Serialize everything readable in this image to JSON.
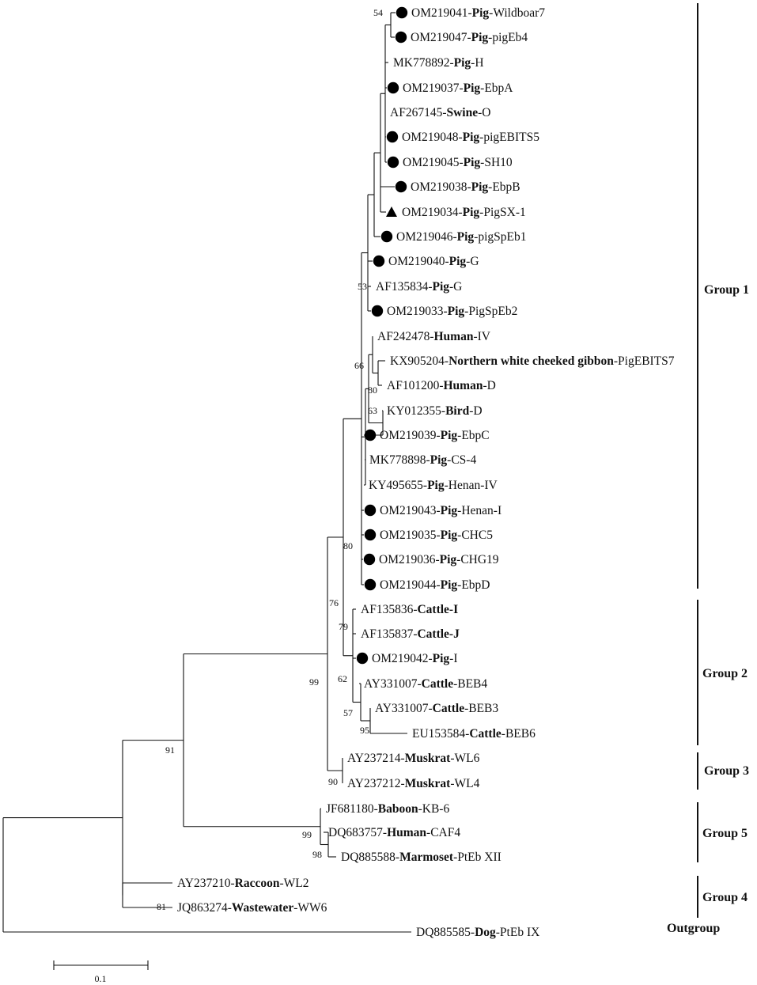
{
  "taxa": [
    {
      "acc": "OM219041-",
      "host": "Pig",
      "strain": "-Wildboar7",
      "marker": "circle"
    },
    {
      "acc": "OM219047-",
      "host": "Pig",
      "strain": "-pigEb4",
      "marker": "circle"
    },
    {
      "acc": "MK778892-",
      "host": "Pig",
      "strain": "-H",
      "marker": ""
    },
    {
      "acc": "OM219037-",
      "host": "Pig",
      "strain": "-EbpA",
      "marker": "circle"
    },
    {
      "acc": "AF267145-",
      "host": "Swine",
      "strain": "-O",
      "marker": ""
    },
    {
      "acc": "OM219048-",
      "host": "Pig",
      "strain": "-pigEBITS5",
      "marker": "circle"
    },
    {
      "acc": "OM219045-",
      "host": "Pig",
      "strain": "-SH10",
      "marker": "circle"
    },
    {
      "acc": "OM219038-",
      "host": "Pig",
      "strain": "-EbpB",
      "marker": "circle"
    },
    {
      "acc": "OM219034-",
      "host": "Pig",
      "strain": "-PigSX-1",
      "marker": "triangle"
    },
    {
      "acc": "OM219046-",
      "host": "Pig",
      "strain": "-pigSpEb1",
      "marker": "circle"
    },
    {
      "acc": "OM219040-",
      "host": "Pig",
      "strain": "-G",
      "marker": "circle"
    },
    {
      "acc": "AF135834-",
      "host": "Pig",
      "strain": "-G",
      "marker": ""
    },
    {
      "acc": "OM219033-",
      "host": "Pig",
      "strain": "-PigSpEb2",
      "marker": "circle"
    },
    {
      "acc": "AF242478-",
      "host": "Human",
      "strain": "-IV",
      "marker": ""
    },
    {
      "acc": "KX905204-",
      "host": "Northern white cheeked gibbon",
      "strain": "-PigEBITS7",
      "marker": ""
    },
    {
      "acc": "AF101200-",
      "host": "Human",
      "strain": "-D",
      "marker": ""
    },
    {
      "acc": "KY012355-",
      "host": "Bird",
      "strain": "-D",
      "marker": ""
    },
    {
      "acc": "OM219039-",
      "host": "Pig",
      "strain": "-EbpC",
      "marker": "circle"
    },
    {
      "acc": "MK778898-",
      "host": "Pig",
      "strain": "-CS-4",
      "marker": ""
    },
    {
      "acc": "KY495655-",
      "host": "Pig",
      "strain": "-Henan-IV",
      "marker": ""
    },
    {
      "acc": "OM219043-",
      "host": "Pig",
      "strain": "-Henan-I",
      "marker": "circle"
    },
    {
      "acc": "OM219035-",
      "host": "Pig",
      "strain": "-CHC5",
      "marker": "circle"
    },
    {
      "acc": "OM219036-",
      "host": "Pig",
      "strain": "-CHG19",
      "marker": "circle"
    },
    {
      "acc": "OM219044-",
      "host": "Pig",
      "strain": "-EbpD",
      "marker": "circle"
    },
    {
      "acc": "AF135836-",
      "host": "Cattle-I",
      "strain": "",
      "marker": ""
    },
    {
      "acc": "AF135837-",
      "host": "Cattle-J",
      "strain": "",
      "marker": ""
    },
    {
      "acc": "OM219042-",
      "host": "Pig",
      "strain": "-I",
      "marker": "circle"
    },
    {
      "acc": "AY331007-",
      "host": "Cattle",
      "strain": "-BEB4",
      "marker": ""
    },
    {
      "acc": "AY331007-",
      "host": "Cattle",
      "strain": "-BEB3",
      "marker": ""
    },
    {
      "acc": "EU153584-",
      "host": "Cattle",
      "strain": "-BEB6",
      "marker": ""
    },
    {
      "acc": "AY237214-",
      "host": "Muskrat",
      "strain": "-WL6",
      "marker": ""
    },
    {
      "acc": "AY237212-",
      "host": "Muskrat",
      "strain": "-WL4",
      "marker": ""
    },
    {
      "acc": "JF681180-",
      "host": "Baboon",
      "strain": "-KB-6",
      "marker": ""
    },
    {
      "acc": "DQ683757-",
      "host": "Human",
      "strain": "-CAF4",
      "marker": ""
    },
    {
      "acc": "DQ885588-",
      "host": "Marmoset",
      "strain": "-PtEb XII",
      "marker": ""
    },
    {
      "acc": "AY237210-",
      "host": "Raccoon",
      "strain": "-WL2",
      "marker": ""
    },
    {
      "acc": "JQ863274-",
      "host": "Wastewater",
      "strain": "-WW6",
      "marker": ""
    },
    {
      "acc": "DQ885585-",
      "host": "Dog",
      "strain": "-PtEb IX",
      "marker": ""
    }
  ],
  "support_values": [
    "54",
    "53",
    "66",
    "80",
    "63",
    "80",
    "76",
    "79",
    "62",
    "57",
    "95",
    "99",
    "90",
    "91",
    "99",
    "98",
    "81"
  ],
  "groups": [
    "Group 1",
    "Group 2",
    "Group 3",
    "Group 5",
    "Group 4",
    "Outgroup"
  ],
  "scale_bar": {
    "label": "0.1"
  }
}
